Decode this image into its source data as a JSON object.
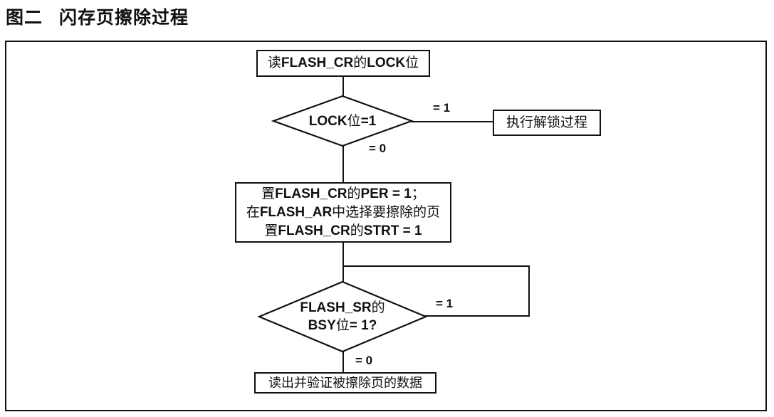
{
  "title": {
    "figure_label": "图二",
    "figure_title": "闪存页擦除过程"
  },
  "colors": {
    "ink": "#111111",
    "background": "#ffffff"
  },
  "flowchart": {
    "read_lock_box": {
      "text": "读FLASH_CR的LOCK位",
      "parts": [
        [
          "读",
          0
        ],
        [
          "FLASH_CR",
          1
        ],
        [
          "的",
          0
        ],
        [
          "LOCK",
          1
        ],
        [
          "位",
          0
        ]
      ]
    },
    "lock_decision": {
      "text": "LOCK位=1",
      "parts": [
        [
          "LOCK",
          1
        ],
        [
          "位",
          0
        ],
        [
          "=1",
          1
        ]
      ],
      "yes_label": "= 1",
      "no_label": "= 0"
    },
    "unlock_box": {
      "text": "执行解锁过程",
      "parts": [
        [
          "执行解锁过程",
          0
        ]
      ]
    },
    "erase_setup_box": {
      "text": "置FLASH_CR的PER = 1；在FLASH_AR中选择要擦除的页 置FLASH_CR的STRT = 1",
      "line1_parts": [
        [
          "置",
          0
        ],
        [
          "FLASH_CR",
          1
        ],
        [
          "的",
          0
        ],
        [
          "PER = 1",
          1
        ],
        [
          "；",
          0
        ]
      ],
      "line2_parts": [
        [
          "在",
          0
        ],
        [
          "FLASH_AR",
          1
        ],
        [
          "中选择要擦除的页",
          0
        ]
      ],
      "line3_parts": [
        [
          "置",
          0
        ],
        [
          "FLASH_CR",
          1
        ],
        [
          "的",
          0
        ],
        [
          "STRT = 1",
          1
        ]
      ]
    },
    "busy_decision": {
      "text": "FLASH_SR的 BSY位= 1?",
      "line1_parts": [
        [
          "FLASH_SR",
          1
        ],
        [
          "的",
          0
        ]
      ],
      "line2_parts": [
        [
          "BSY",
          1
        ],
        [
          "位",
          0
        ],
        [
          "= 1?",
          1
        ]
      ],
      "busy_label": "= 1",
      "done_label": "= 0"
    },
    "verify_box": {
      "text": "读出并验证被擦除页的数据",
      "parts": [
        [
          "读出并验证被擦除页的数据",
          0
        ]
      ]
    }
  }
}
